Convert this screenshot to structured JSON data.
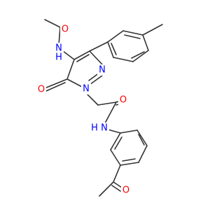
{
  "molecule": {
    "colors": {
      "bond": "#333333",
      "oxygen": "#ff0000",
      "nitrogen": "#0000ff",
      "hydrogen_on_nitrogen": "#0000ff",
      "background": "#ffffff"
    },
    "labels": {
      "o_acetamide": "O",
      "nh_acetamide": "N",
      "h_acetamide": "H",
      "o_ring": "O",
      "n1_ring": "N",
      "n2_ring": "N",
      "o_amide": "O",
      "nh_amide": "N",
      "h_amide": "H",
      "o_acetyl": "O"
    }
  }
}
